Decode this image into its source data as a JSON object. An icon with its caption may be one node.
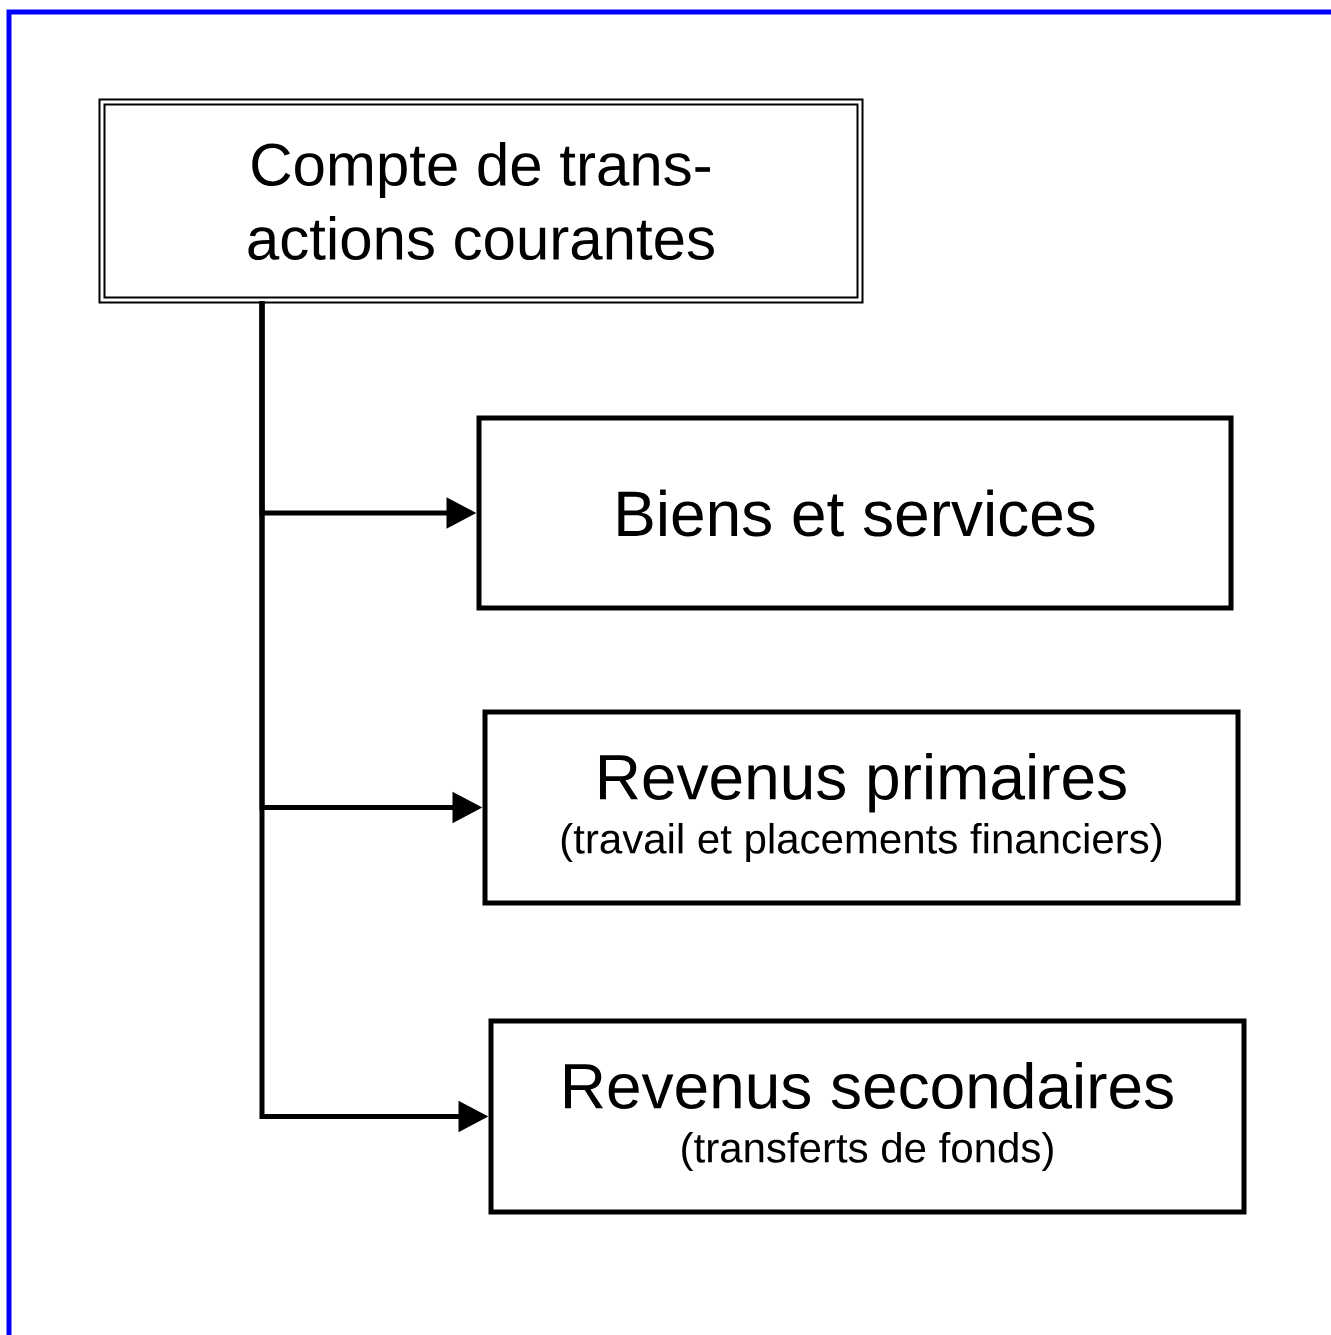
{
  "diagram": {
    "nodes": [
      {
        "text": [
          "Compte de trans- actions courantes"
        ]
      },
      {
        "text": [
          "Biens et services"
        ]
      },
      {
        "text": [
          "Revenus primaires",
          "(travail et placements financiers)"
        ]
      },
      {
        "text": [
          "Revenus secondaires",
          "(transferts de fonds)"
        ]
      }
    ],
    "edges": [
      {
        "from": 0,
        "to": 1,
        "arrow": "to"
      },
      {
        "from": 0,
        "to": 2,
        "arrow": "to"
      },
      {
        "from": 0,
        "to": 3,
        "arrow": "to"
      }
    ]
  }
}
